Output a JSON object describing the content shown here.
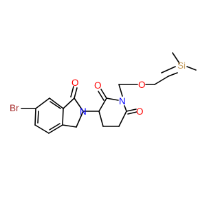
{
  "colors": {
    "bond": "#000000",
    "bromine": "#a52a2a",
    "oxygen": "#ff0000",
    "nitrogen": "#0000ff",
    "silicon": "#c59d5f"
  },
  "atoms": {
    "br": "Br",
    "o_carbonyl_isoindolinone": "O",
    "n_isoindolinone": "N",
    "o_carbonyl_upper": "O",
    "n_piperidine": "N",
    "o_ether": "O",
    "o_carbonyl_lower": "O",
    "si": "Si"
  }
}
